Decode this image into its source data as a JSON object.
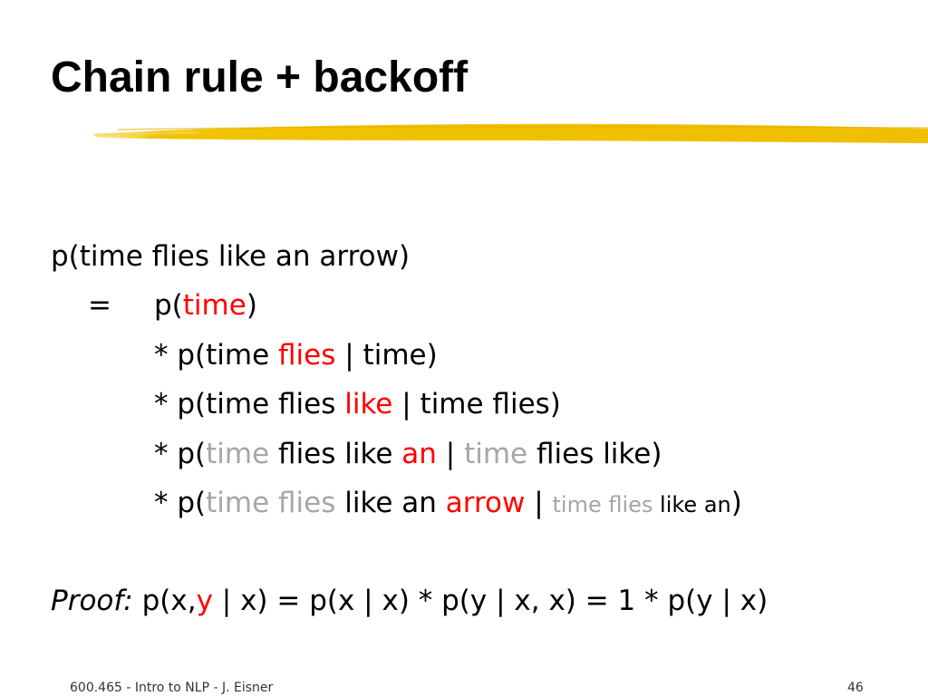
{
  "slide": {
    "title": "Chain rule + backoff"
  },
  "equation": {
    "lhs": "p(time flies like an arrow)",
    "equals": "=",
    "term1": {
      "pre": "p(",
      "target": "time",
      "post": ")"
    },
    "term2": {
      "pre": "* p(time ",
      "target": "flies",
      "post": " | time)"
    },
    "term3": {
      "pre": "* p(time flies ",
      "target": "like",
      "post": " | time flies)"
    },
    "term4": {
      "pre": "* p(",
      "gray1": "time",
      "mid1": " flies like ",
      "target": "an",
      "mid2": " | ",
      "gray2": "time",
      "post": " flies like)"
    },
    "term5": {
      "pre": "* p(",
      "gray1": "time flies",
      "mid1": " like an ",
      "target": "arrow",
      "mid2": " | ",
      "gray2": "time flies",
      "small": " like an",
      "post": ")"
    }
  },
  "proof": {
    "label": "Proof:",
    "pre": " p(x,",
    "target": "y",
    "post": " | x) = p(x | x) * p(y | x, x) = 1 * p(y | x)"
  },
  "footer": {
    "course": "600.465 - Intro to NLP - J. Eisner",
    "page_number": "46"
  },
  "colors": {
    "highlight": "#ff0000",
    "backoff_gray": "#a6a6a6",
    "stroke": "#f2c400"
  }
}
